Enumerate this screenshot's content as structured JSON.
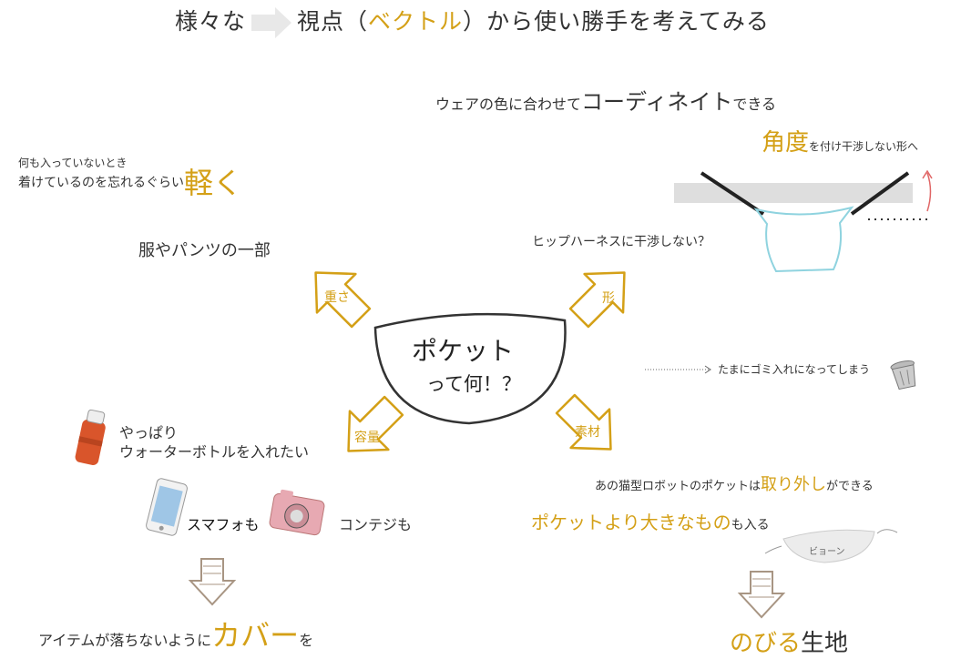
{
  "title": {
    "before": "様々な",
    "after": "視点（",
    "vector": "ベクトル",
    "close": "）",
    "rest": "から使い勝手を考えてみる"
  },
  "center": {
    "line1": "ポケット",
    "line2": "って何！？"
  },
  "arrows": {
    "weight": "重さ",
    "shape": "形",
    "capacity": "容量",
    "material": "素材"
  },
  "weight_section": {
    "small": "何も入っていないとき",
    "main": "着けているのを忘れるぐらい",
    "highlight": "軽く",
    "clothes": "服やパンツの一部"
  },
  "shape_section": {
    "coordinate_pre": "ウェアの色に合わせて",
    "coordinate_big": "コーディネイト",
    "coordinate_post": "できる",
    "angle_big": "角度",
    "angle_post": "を付け干渉しない形へ",
    "hip": "ヒップハーネスに干渉しない？",
    "trash": "たまにゴミ入れになってしまう"
  },
  "capacity_section": {
    "bottle1": "やっぱり",
    "bottle2": "ウォーターボトルを入れたい",
    "phone": "スマフォも",
    "camera": "コンテジも",
    "cover_pre": "アイテムが落ちないように",
    "cover_big": "カバー",
    "cover_post": "を"
  },
  "material_section": {
    "robot_pre": "あの猫型ロボットのポケットは",
    "robot_big": "取り外し",
    "robot_post": "ができる",
    "bigger_big": "ポケットより大きなもの",
    "bigger_post": "も入る",
    "stretch_label": "ビョーン",
    "fabric_big": "のびる",
    "fabric_post": "生地"
  }
}
